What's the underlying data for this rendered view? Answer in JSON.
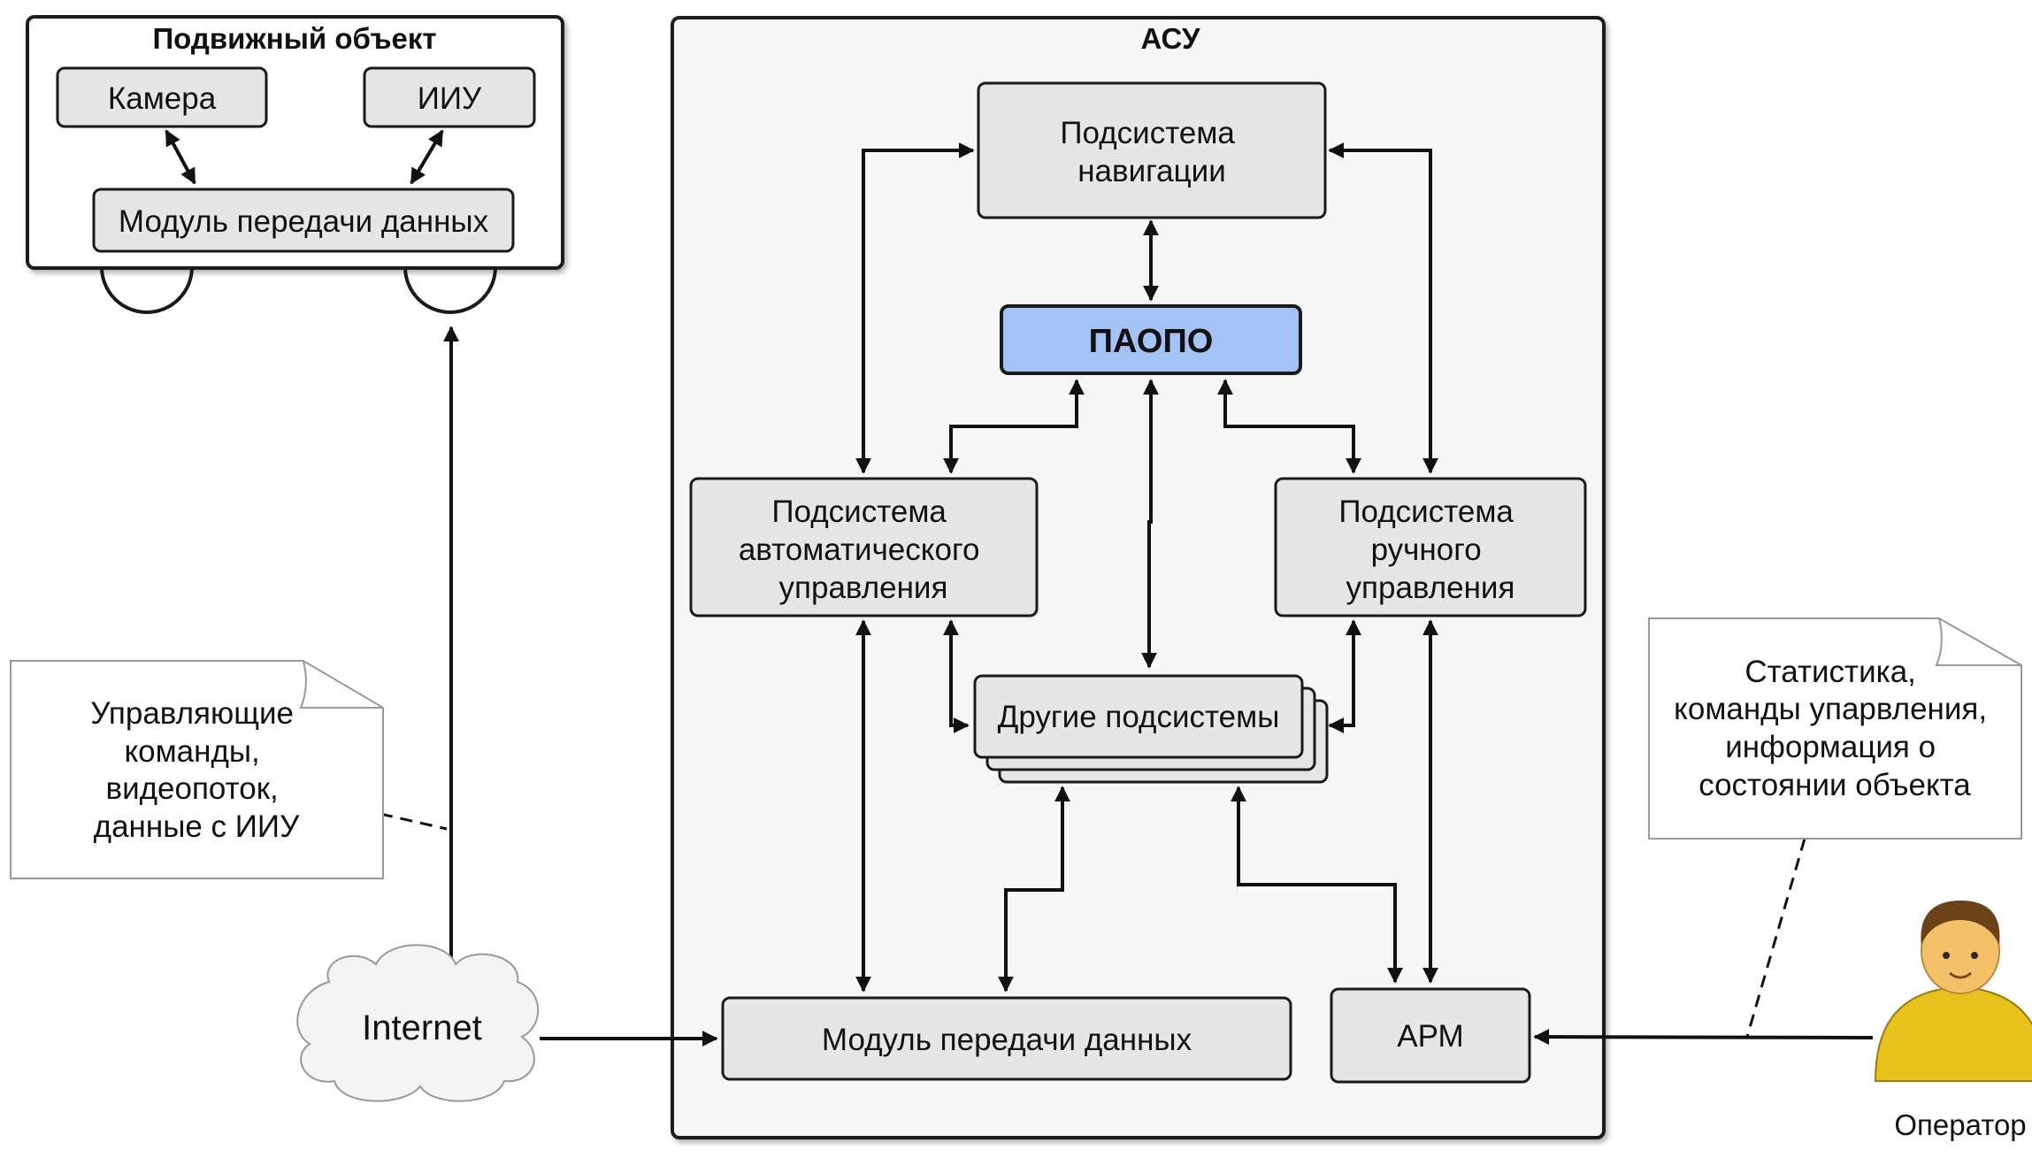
{
  "colors": {
    "box_fill": "#e6e6e6",
    "highlight_fill": "#a4c2f4",
    "asu_background": "#f7f7f7",
    "line": "#111111",
    "note_fill": "#ffffff",
    "operator_shirt": "#e8c21c",
    "operator_skin": "#f4c06a",
    "operator_hair": "#6b4217"
  },
  "mobile_object": {
    "title": "Подвижный объект",
    "camera": "Камера",
    "iiu": "ИИУ",
    "transfer_module": "Модуль передачи данных"
  },
  "asu": {
    "title": "АСУ",
    "navigation": [
      "Подсистема",
      "навигации"
    ],
    "paopo": "ПАОПО",
    "auto_control": [
      "Подсистема",
      "автоматического",
      "управления"
    ],
    "manual_control": [
      "Подсистема",
      "ручного",
      "управления"
    ],
    "other_subsystems": "Другие подсистемы",
    "transfer_module": "Модуль передачи данных",
    "arm": "АРМ"
  },
  "notes": {
    "left": [
      "Управляющие",
      "команды,",
      "видеопоток,",
      "данные с ИИУ"
    ],
    "right": [
      "Статистика,",
      "команды упарвления,",
      "информация о",
      "состоянии объекта"
    ]
  },
  "internet": "Internet",
  "operator": "Оператор",
  "icons": {
    "cloud": "cloud-icon",
    "operator": "person-icon",
    "note": "document-note-icon"
  }
}
